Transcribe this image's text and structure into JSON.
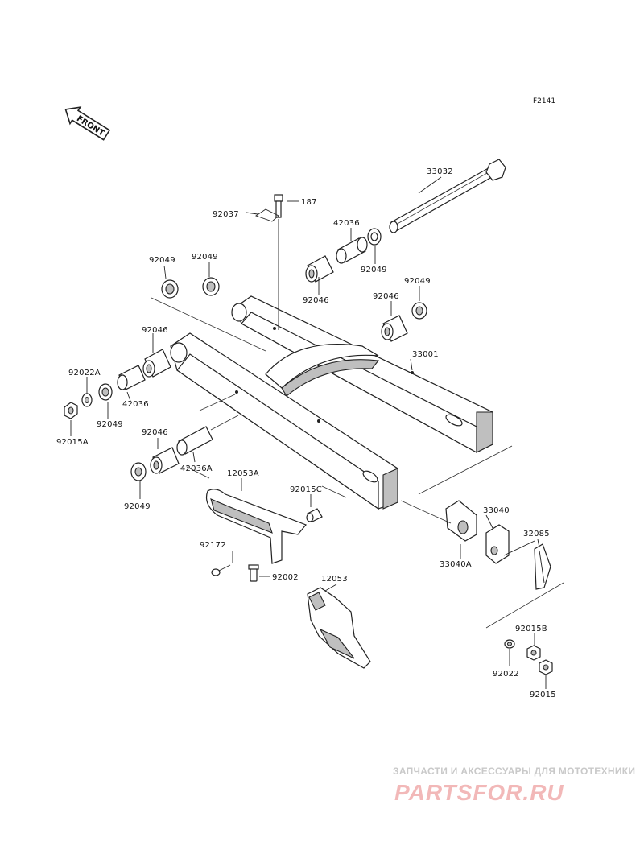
{
  "diagram_code": "F2141",
  "front_indicator": {
    "text": "FRONT",
    "icon": "front-arrow-icon"
  },
  "labels": {
    "l_33032": "33032",
    "l_187": "187",
    "l_92037": "92037",
    "l_42036_top": "42036",
    "l_92049_a": "92049",
    "l_92049_b": "92049",
    "l_92049_c": "92049",
    "l_92046_top": "92046",
    "l_92049_d": "92049",
    "l_92046_mid": "92046",
    "l_92046_left": "92046",
    "l_33001": "33001",
    "l_92022A": "92022A",
    "l_92049_e": "92049",
    "l_42036_left": "42036",
    "l_92015A": "92015A",
    "l_92046_low": "92046",
    "l_42036A": "42036A",
    "l_12053A": "12053A",
    "l_92049_f": "92049",
    "l_92015C": "92015C",
    "l_33040": "33040",
    "l_32085": "32085",
    "l_33040A": "33040A",
    "l_92172": "92172",
    "l_92002": "92002",
    "l_12053": "12053",
    "l_92015B": "92015B",
    "l_92022": "92022",
    "l_92015": "92015"
  },
  "watermark": {
    "tagline": "ЗАПЧАСТИ И АКСЕССУАРЫ ДЛЯ МОТОТЕХНИКИ",
    "brand": "PARTSFOR.RU"
  }
}
